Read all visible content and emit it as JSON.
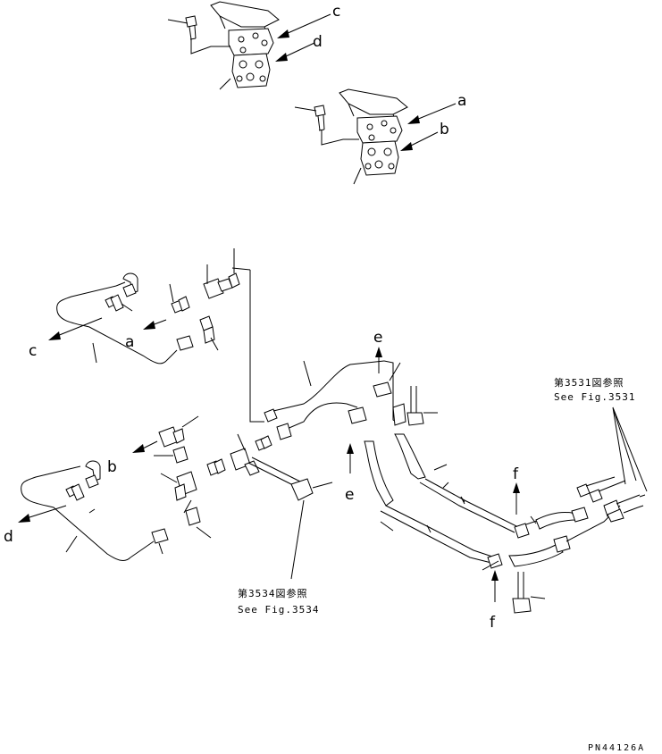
{
  "callouts": {
    "a_top": "a",
    "b_top": "b",
    "c_top": "c",
    "d_top": "d",
    "a_mid": "a",
    "b_mid": "b",
    "c_mid": "c",
    "d_mid": "d",
    "e_upper": "e",
    "e_lower": "e",
    "f_upper": "f",
    "f_lower": "f"
  },
  "references": {
    "fig3531_jp": "第3531図参照",
    "fig3531_en": "See Fig.3531",
    "fig3534_jp": "第3534図参照",
    "fig3534_en": "See Fig.3534"
  },
  "drawing_code": "PN44126A"
}
